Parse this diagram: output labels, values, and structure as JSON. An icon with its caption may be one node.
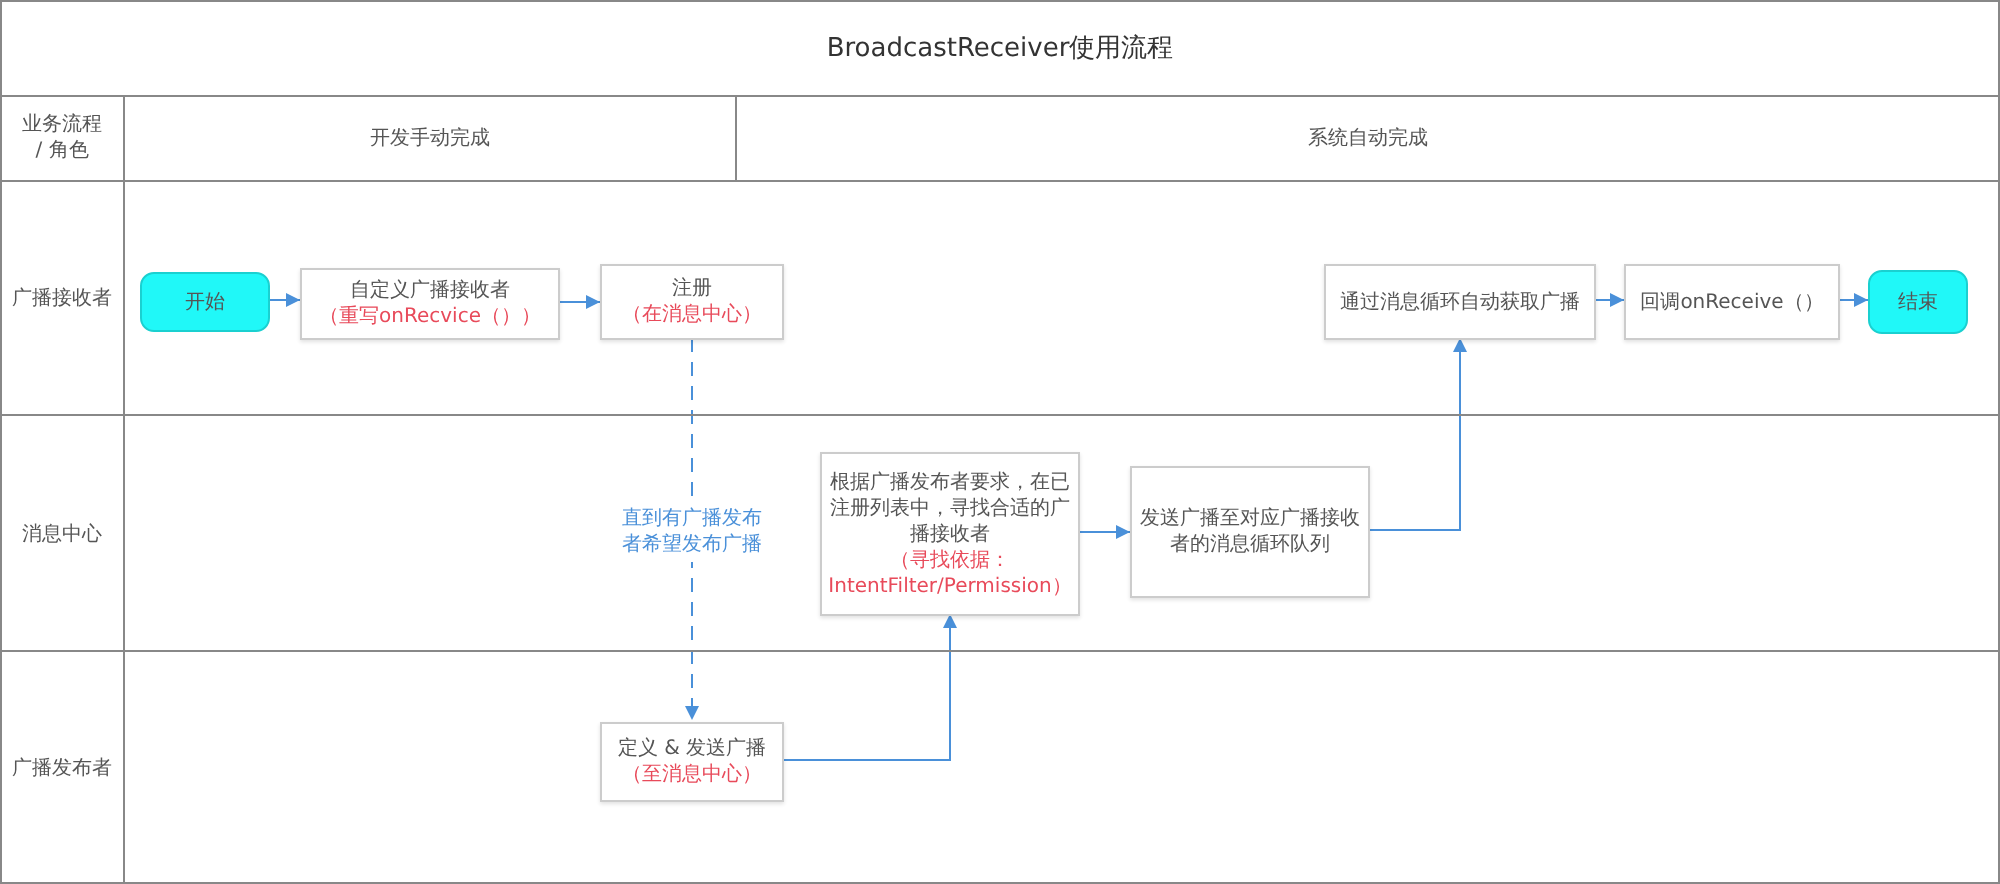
{
  "diagram": {
    "title": "BroadcastReceiver使用流程",
    "nodes": [
      {
        "text": [
          "广播接收者"
        ]
      },
      {
        "text": [
          "消息中心"
        ]
      },
      {
        "text": [
          "广播发布者"
        ]
      },
      {
        "text": [
          "开始"
        ],
        "in": 0
      },
      {
        "text": [
          "自定义广播接收者",
          "（重写onRecvice（））"
        ],
        "in": 0
      },
      {
        "text": [
          "注册",
          "（在消息中心）"
        ],
        "in": 0
      },
      {
        "text": [
          "通过消息循环自动获取广播"
        ],
        "in": 0
      },
      {
        "text": [
          "回调onReceive（）"
        ],
        "in": 0
      },
      {
        "text": [
          "结束"
        ],
        "in": 0
      },
      {
        "text": [
          "根据广播发布者要求，在已注册列表中，寻找合适的广播接收者",
          "（寻找依据：IntentFilter/Permission）"
        ],
        "in": 1
      },
      {
        "text": [
          "发送广播至对应广播接收者的消息循环队列"
        ],
        "in": 1
      },
      {
        "text": [
          "定义 & 发送广播",
          "（至消息中心）"
        ],
        "in": 2
      }
    ],
    "edges": [
      {
        "from": 3,
        "to": 4,
        "arrow": "to"
      },
      {
        "from": 4,
        "to": 5,
        "arrow": "to"
      },
      {
        "from": 5,
        "to": 11,
        "arrow": "to",
        "label": "直到有广播发布者希望发布广播",
        "style": "dashed"
      },
      {
        "from": 11,
        "to": 9,
        "arrow": "to"
      },
      {
        "from": 9,
        "to": 10,
        "arrow": "to"
      },
      {
        "from": 10,
        "to": 6,
        "arrow": "to"
      },
      {
        "from": 6,
        "to": 7,
        "arrow": "to"
      },
      {
        "from": 7,
        "to": 8,
        "arrow": "to"
      }
    ],
    "labels": [
      "业务流程 / 角色",
      "开发手动完成",
      "系统自动完成"
    ]
  }
}
